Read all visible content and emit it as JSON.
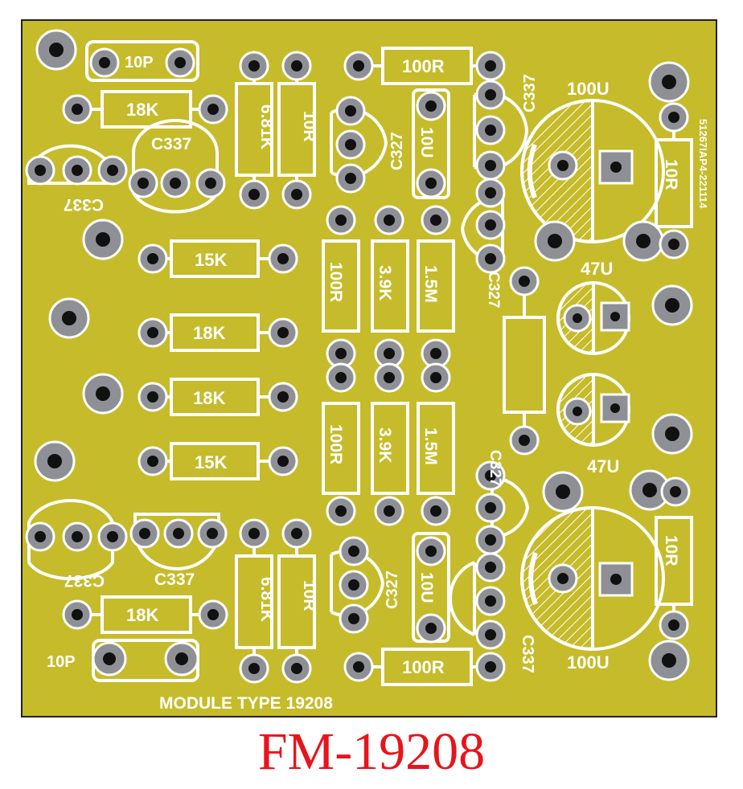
{
  "board": {
    "colors": {
      "substrate": "#c6bb2a",
      "silk": "#ffffff",
      "pad": "#8f9095",
      "hole": "#111111",
      "outline": "#222222"
    },
    "module_label": "MODULE TYPE 19208",
    "side_code": "51267IAP4-221114"
  },
  "caption": "FM-19208",
  "labels": {
    "r_10p_top": "10P",
    "r_18k_top": "18K",
    "c337_tl": "C337",
    "c337_tl2": "C337",
    "r_681k_top": "6.81K",
    "r_10r_top": "10R",
    "r_100r_top": "100R",
    "c327_top": "C327",
    "c_10u_top": "10U",
    "c337_top_right": "C337",
    "c327_mid_right": "C327",
    "cap_100u_top": "100U",
    "r_10r_right_top": "10R",
    "r_15k_a": "15K",
    "r_18k_b": "18K",
    "r_18k_c": "18K",
    "r_15k_d": "15K",
    "r_100r_mid_a": "100R",
    "r_39k_a": "3.9K",
    "r_15m_a": "1.5M",
    "r_100r_mid_b": "100R",
    "r_39k_b": "3.9K",
    "r_15m_b": "1.5M",
    "cap_47u_a": "47U",
    "cap_47u_b": "47U",
    "c327_mid_right2": "C327",
    "c337_bl": "C337",
    "c337_bl2": "C337",
    "r_681k_bot": "6.81K",
    "r_10r_bot": "10R",
    "c327_bot": "C327",
    "c_10u_bot": "10U",
    "r_18k_bot": "18K",
    "r_10p_bot": "10P",
    "r_100r_bot": "100R",
    "c337_bot_right": "C337",
    "cap_100u_bot": "100U",
    "r_10r_right_bot": "10R"
  }
}
